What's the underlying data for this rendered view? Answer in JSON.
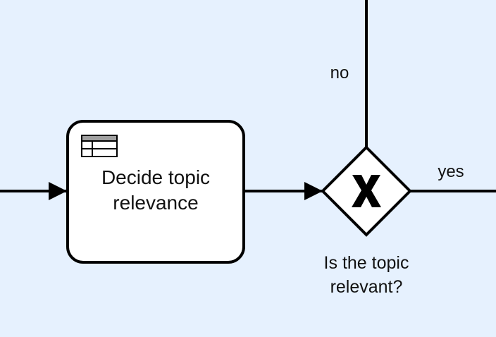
{
  "colors": {
    "background": "#e6f1fe",
    "stroke": "#000000",
    "shape_fill": "#ffffff",
    "table_header": "#a0a0a0"
  },
  "task": {
    "type": "business-rule-task",
    "label_line1": "Decide topic",
    "label_line2": "relevance",
    "icon": "table-icon"
  },
  "gateway": {
    "type": "exclusive-gateway",
    "marker": "X",
    "label_line1": "Is the topic",
    "label_line2": "relevant?"
  },
  "flows": {
    "no_label": "no",
    "yes_label": "yes"
  }
}
